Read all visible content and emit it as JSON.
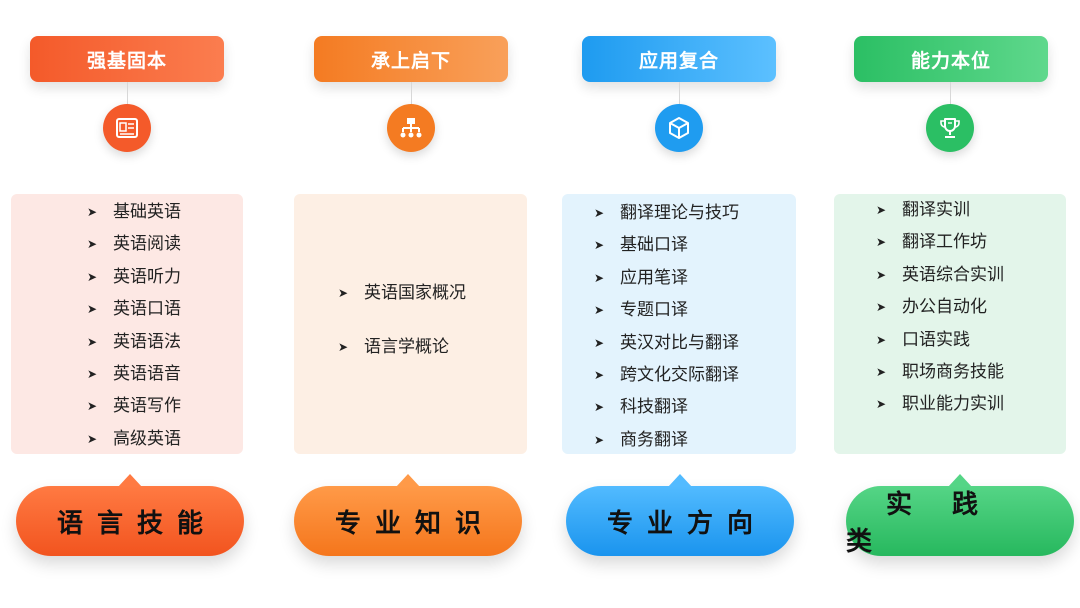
{
  "columns": [
    {
      "header": "强基固本",
      "icon": "textbook-icon",
      "items": [
        "基础英语",
        "英语阅读",
        "英语听力",
        "英语口语",
        "英语语法",
        "英语语音",
        "英语写作",
        "高级英语"
      ],
      "footer": "语言技能",
      "colors": {
        "header": "#f45a2a",
        "header_light": "#fb7d4f",
        "icon_bg": "#f45a2a",
        "box_bg": "#fde8e4",
        "pill": "#f2541f",
        "pill_light": "#ff7a42"
      }
    },
    {
      "header": "承上启下",
      "icon": "hierarchy-icon",
      "items": [
        "英语国家概况",
        "语言学概论"
      ],
      "footer": "专业知识",
      "colors": {
        "header": "#f47b22",
        "header_light": "#f9a05a",
        "icon_bg": "#f47b22",
        "box_bg": "#fdefe4",
        "pill": "#f5761c",
        "pill_light": "#ff9a48"
      }
    },
    {
      "header": "应用复合",
      "icon": "cube-icon",
      "items": [
        "翻译理论与技巧",
        "基础口译",
        "应用笔译",
        "专题口译",
        "英汉对比与翻译",
        "跨文化交际翻译",
        "科技翻译",
        "商务翻译"
      ],
      "footer": "专业方向",
      "colors": {
        "header": "#1e9bf0",
        "header_light": "#5cc0ff",
        "icon_bg": "#1f9cf0",
        "box_bg": "#e3f3fd",
        "pill": "#1a94ee",
        "pill_light": "#52bbff"
      }
    },
    {
      "header": "能力本位",
      "icon": "trophy-icon",
      "items": [
        "翻译实训",
        "翻译工作坊",
        "英语综合实训",
        "办公自动化",
        "口语实践",
        "职场商务技能",
        "职业能力实训"
      ],
      "footer": "实践类",
      "colors": {
        "header": "#2bbf64",
        "header_light": "#5fd88c",
        "icon_bg": "#2bbf64",
        "box_bg": "#e3f5ea",
        "pill": "#27b85e",
        "pill_light": "#55d586"
      }
    }
  ]
}
